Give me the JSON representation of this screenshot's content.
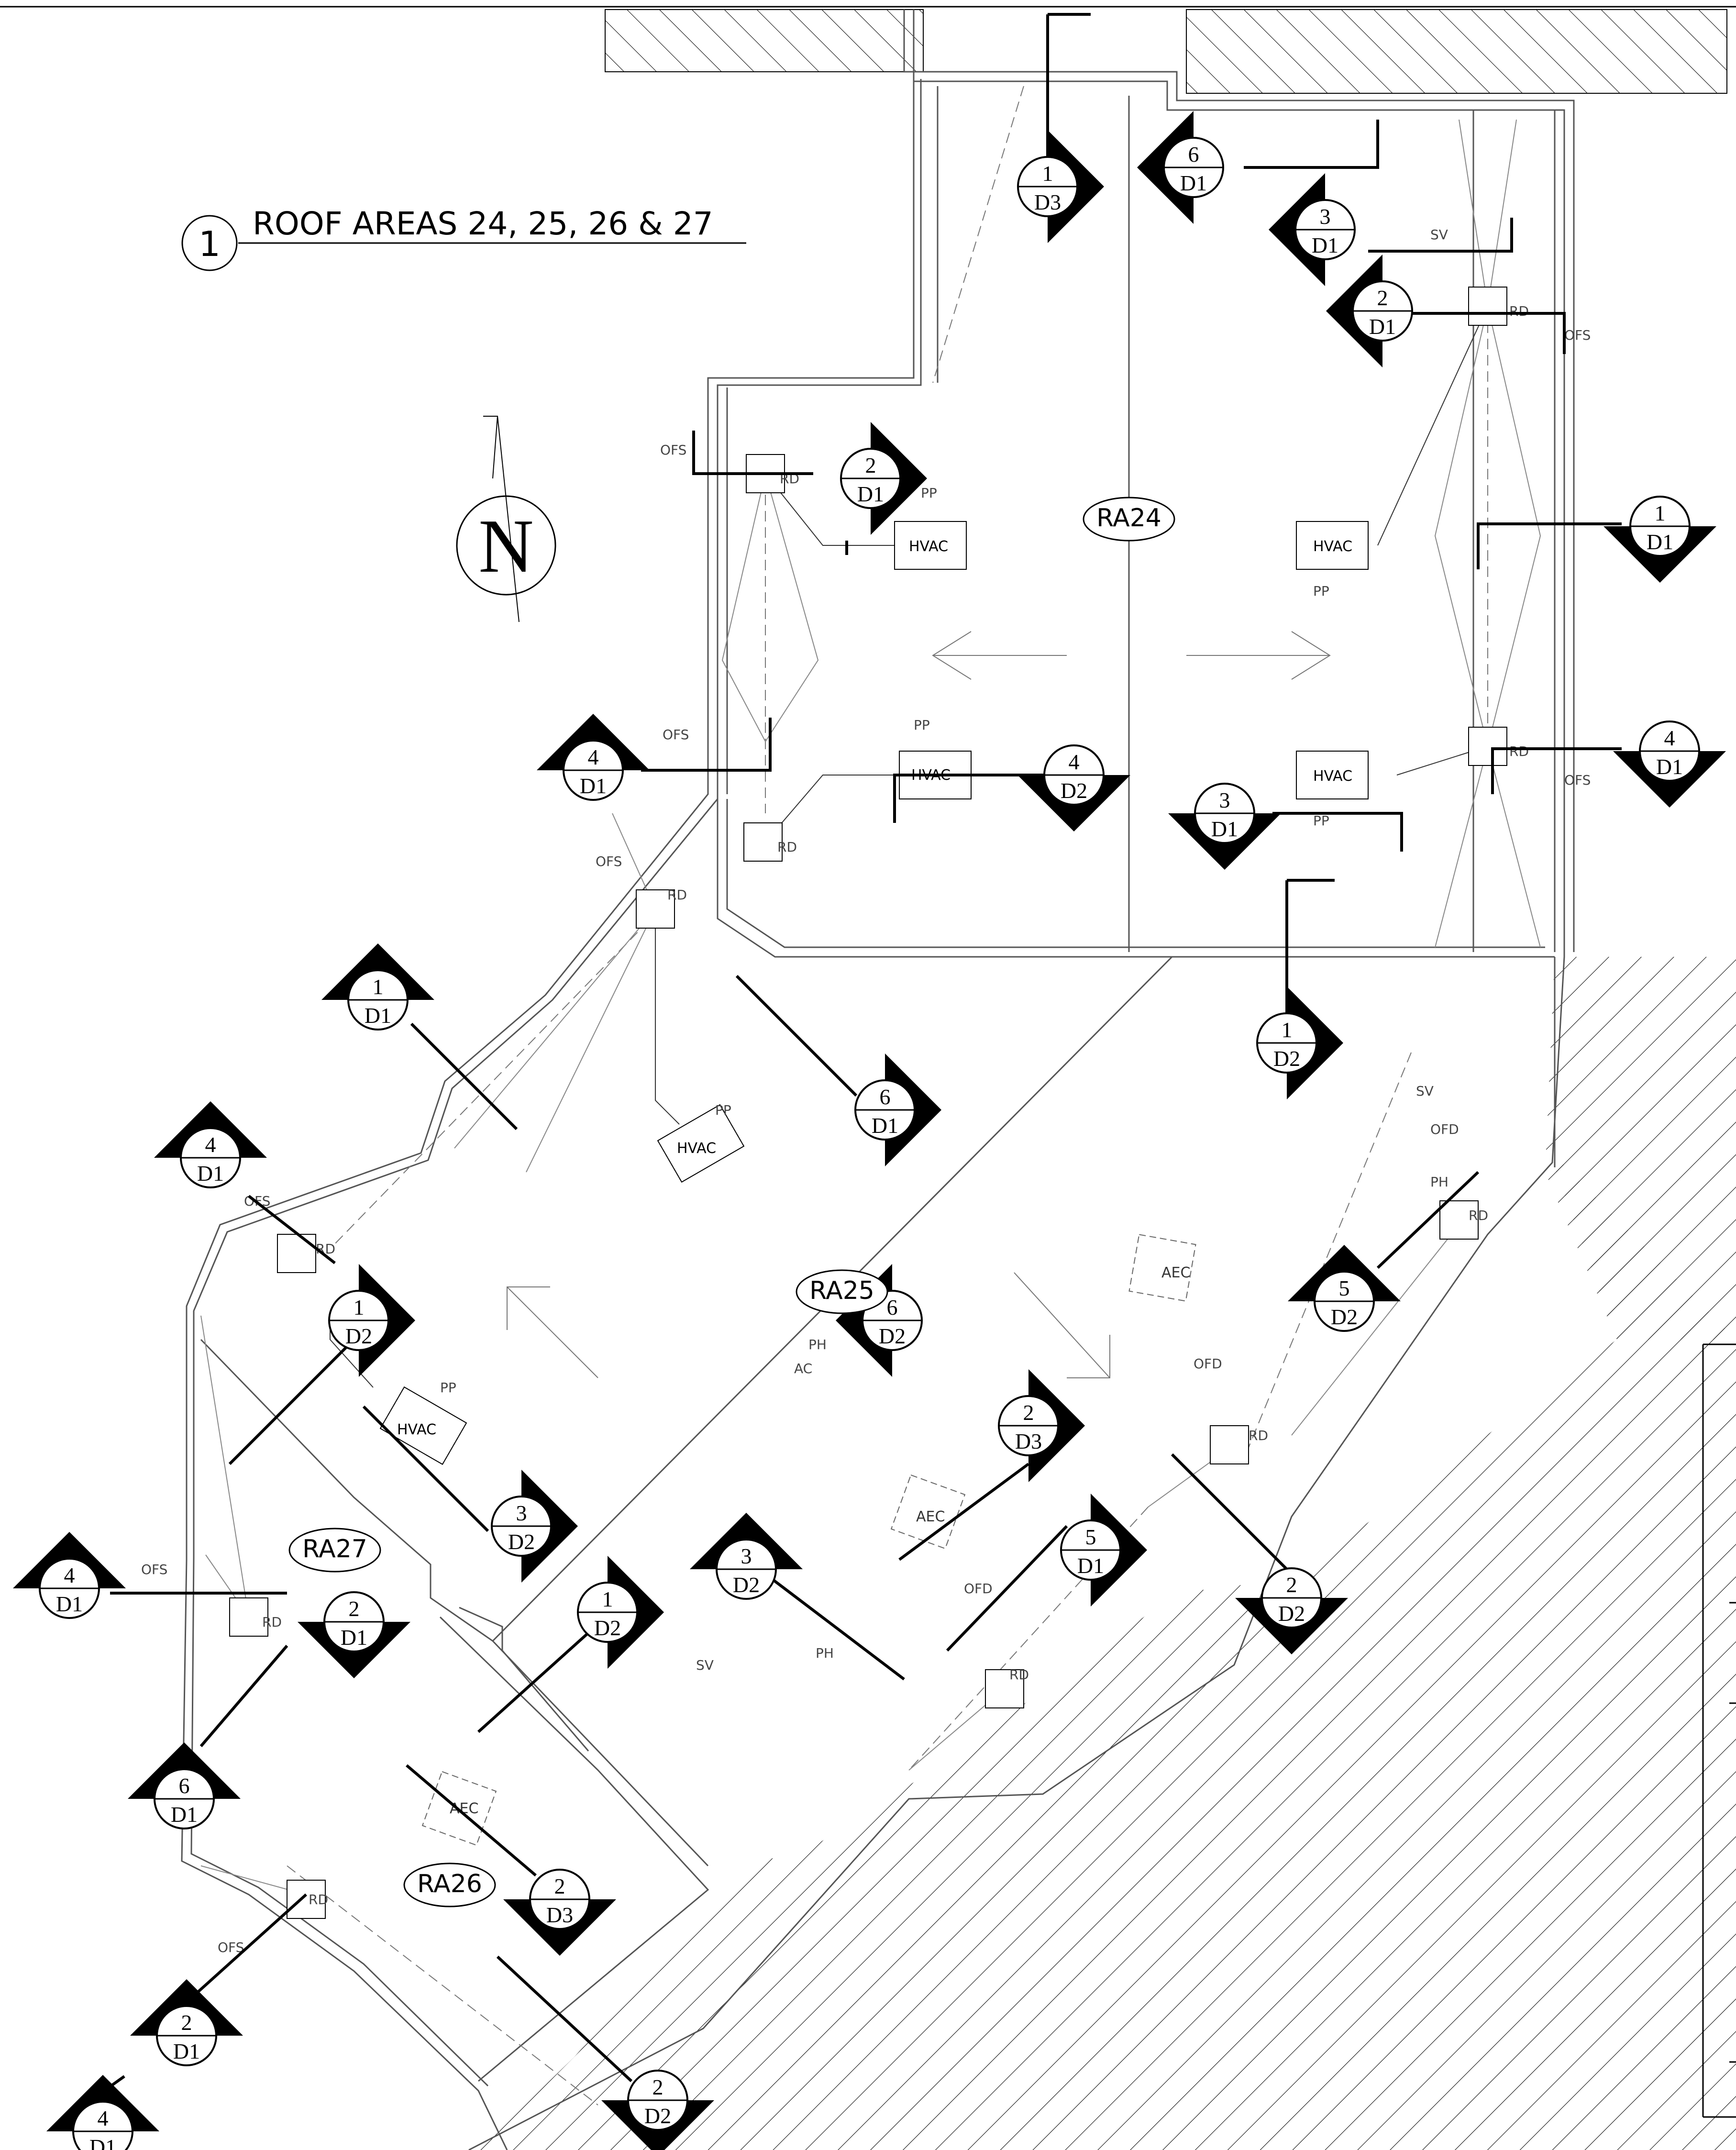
{
  "title": {
    "number": "1",
    "text": "ROOF AREAS 24, 25, 26 & 27"
  },
  "north": {
    "letter": "N"
  },
  "areas": [
    {
      "id": "RA24"
    },
    {
      "id": "RA25"
    },
    {
      "id": "RA26"
    },
    {
      "id": "RA27"
    }
  ],
  "equipment": {
    "hvac": "HVAC",
    "aec": "AEC",
    "rd": "RD",
    "ofs": "OFS",
    "ofd": "OFD",
    "pp": "PP",
    "sv": "SV",
    "ph": "PH",
    "ac": "AC"
  },
  "callouts": [
    {
      "num": "1",
      "sheet": "D3"
    },
    {
      "num": "6",
      "sheet": "D1"
    },
    {
      "num": "3",
      "sheet": "D1"
    },
    {
      "num": "2",
      "sheet": "D1"
    },
    {
      "num": "2",
      "sheet": "D1"
    },
    {
      "num": "1",
      "sheet": "D1"
    },
    {
      "num": "4",
      "sheet": "D1"
    },
    {
      "num": "4",
      "sheet": "D2"
    },
    {
      "num": "4",
      "sheet": "D1"
    },
    {
      "num": "3",
      "sheet": "D1"
    },
    {
      "num": "1",
      "sheet": "D1"
    },
    {
      "num": "6",
      "sheet": "D1"
    },
    {
      "num": "1",
      "sheet": "D2"
    },
    {
      "num": "4",
      "sheet": "D1"
    },
    {
      "num": "1",
      "sheet": "D2"
    },
    {
      "num": "6",
      "sheet": "D2"
    },
    {
      "num": "5",
      "sheet": "D2"
    },
    {
      "num": "3",
      "sheet": "D2"
    },
    {
      "num": "2",
      "sheet": "D3"
    },
    {
      "num": "4",
      "sheet": "D1"
    },
    {
      "num": "2",
      "sheet": "D1"
    },
    {
      "num": "5",
      "sheet": "D1"
    },
    {
      "num": "3",
      "sheet": "D2"
    },
    {
      "num": "2",
      "sheet": "D2"
    },
    {
      "num": "1",
      "sheet": "D2"
    },
    {
      "num": "6",
      "sheet": "D1"
    },
    {
      "num": "2",
      "sheet": "D3"
    },
    {
      "num": "2",
      "sheet": "D1"
    },
    {
      "num": "2",
      "sheet": "D2"
    },
    {
      "num": "4",
      "sheet": "D1"
    }
  ]
}
